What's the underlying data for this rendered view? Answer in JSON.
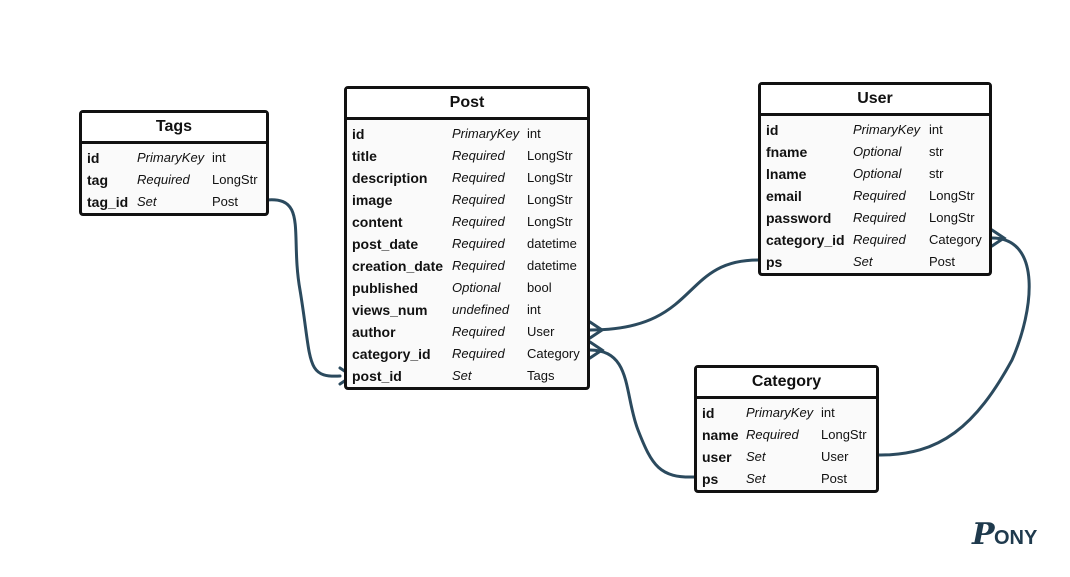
{
  "entities": [
    {
      "id": "tags",
      "name": "Tags",
      "rows": [
        {
          "name": "id",
          "kind": "PrimaryKey",
          "type": "int"
        },
        {
          "name": "tag",
          "kind": "Required",
          "type": "LongStr"
        },
        {
          "name": "tag_id",
          "kind": "Set",
          "type": "Post"
        }
      ]
    },
    {
      "id": "post",
      "name": "Post",
      "rows": [
        {
          "name": "id",
          "kind": "PrimaryKey",
          "type": "int"
        },
        {
          "name": "title",
          "kind": "Required",
          "type": "LongStr"
        },
        {
          "name": "description",
          "kind": "Required",
          "type": "LongStr"
        },
        {
          "name": "image",
          "kind": "Required",
          "type": "LongStr"
        },
        {
          "name": "content",
          "kind": "Required",
          "type": "LongStr"
        },
        {
          "name": "post_date",
          "kind": "Required",
          "type": "datetime"
        },
        {
          "name": "creation_date",
          "kind": "Required",
          "type": "datetime"
        },
        {
          "name": "published",
          "kind": "Optional",
          "type": "bool"
        },
        {
          "name": "views_num",
          "kind": "undefined",
          "type": "int"
        },
        {
          "name": "author",
          "kind": "Required",
          "type": "User"
        },
        {
          "name": "category_id",
          "kind": "Required",
          "type": "Category"
        },
        {
          "name": "post_id",
          "kind": "Set",
          "type": "Tags"
        }
      ]
    },
    {
      "id": "user",
      "name": "User",
      "rows": [
        {
          "name": "id",
          "kind": "PrimaryKey",
          "type": "int"
        },
        {
          "name": "fname",
          "kind": "Optional",
          "type": "str"
        },
        {
          "name": "lname",
          "kind": "Optional",
          "type": "str"
        },
        {
          "name": "email",
          "kind": "Required",
          "type": "LongStr"
        },
        {
          "name": "password",
          "kind": "Required",
          "type": "LongStr"
        },
        {
          "name": "category_id",
          "kind": "Required",
          "type": "Category"
        },
        {
          "name": "ps",
          "kind": "Set",
          "type": "Post"
        }
      ]
    },
    {
      "id": "category",
      "name": "Category",
      "rows": [
        {
          "name": "id",
          "kind": "PrimaryKey",
          "type": "int"
        },
        {
          "name": "name",
          "kind": "Required",
          "type": "LongStr"
        },
        {
          "name": "user",
          "kind": "Set",
          "type": "User"
        },
        {
          "name": "ps",
          "kind": "Set",
          "type": "Post"
        }
      ]
    }
  ],
  "relations": [
    {
      "from": "tags.tag_id",
      "to": "post.post_id",
      "cardinality": "many-to-many"
    },
    {
      "from": "post.author",
      "to": "user.ps",
      "cardinality": "many-to-one"
    },
    {
      "from": "post.category_id",
      "to": "category.ps",
      "cardinality": "many-to-one"
    },
    {
      "from": "user.category_id",
      "to": "category.user",
      "cardinality": "many-to-one"
    }
  ],
  "colors": {
    "link": "#2b4a5e",
    "border": "#111111",
    "box_fill": "#fafafa",
    "logo": "#1f3a4d"
  },
  "logo": {
    "text": "PONY",
    "icon": "pony-logo-icon"
  }
}
